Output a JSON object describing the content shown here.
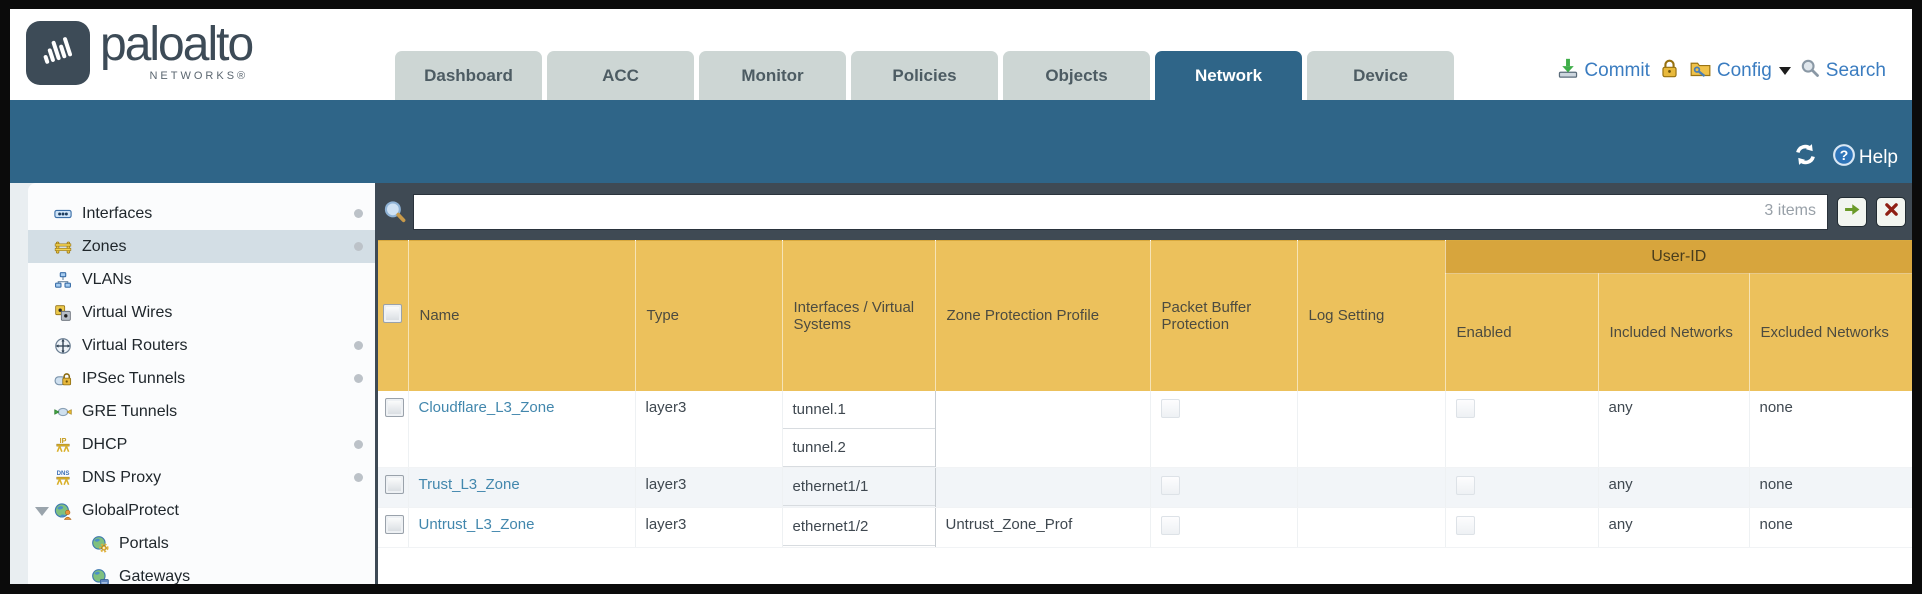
{
  "brand": {
    "name": "paloalto",
    "sub": "NETWORKS®"
  },
  "nav": {
    "tabs": [
      {
        "label": "Dashboard",
        "active": false
      },
      {
        "label": "ACC",
        "active": false
      },
      {
        "label": "Monitor",
        "active": false
      },
      {
        "label": "Policies",
        "active": false
      },
      {
        "label": "Objects",
        "active": false
      },
      {
        "label": "Network",
        "active": true
      },
      {
        "label": "Device",
        "active": false
      }
    ],
    "actions": {
      "commit": "Commit",
      "config": "Config",
      "search": "Search"
    }
  },
  "toolbar": {
    "help": "Help"
  },
  "sidebar": {
    "items": [
      {
        "label": "Interfaces",
        "icon": "interfaces-icon",
        "dot": true
      },
      {
        "label": "Zones",
        "icon": "zones-icon",
        "dot": true,
        "selected": true
      },
      {
        "label": "VLANs",
        "icon": "vlans-icon"
      },
      {
        "label": "Virtual Wires",
        "icon": "virtual-wires-icon"
      },
      {
        "label": "Virtual Routers",
        "icon": "virtual-routers-icon",
        "dot": true
      },
      {
        "label": "IPSec Tunnels",
        "icon": "ipsec-tunnels-icon",
        "dot": true
      },
      {
        "label": "GRE Tunnels",
        "icon": "gre-tunnels-icon"
      },
      {
        "label": "DHCP",
        "icon": "dhcp-icon",
        "dot": true
      },
      {
        "label": "DNS Proxy",
        "icon": "dns-proxy-icon",
        "dot": true
      },
      {
        "label": "GlobalProtect",
        "icon": "globalprotect-icon",
        "expanded": true
      },
      {
        "label": "Portals",
        "icon": "portals-icon",
        "indent": 1
      },
      {
        "label": "Gateways",
        "icon": "gateways-icon",
        "indent": 1
      }
    ]
  },
  "filter": {
    "value": "",
    "items_count": "3 items"
  },
  "table": {
    "columns": {
      "name": "Name",
      "type": "Type",
      "interfaces": "Interfaces / Virtual Systems",
      "zpp": "Zone Protection Profile",
      "pbp": "Packet Buffer Protection",
      "log": "Log Setting",
      "group_user_id": "User-ID",
      "enabled": "Enabled",
      "included": "Included Networks",
      "excluded": "Excluded Networks"
    },
    "rows": [
      {
        "name": "Cloudflare_L3_Zone",
        "type": "layer3",
        "interfaces": [
          "tunnel.1",
          "tunnel.2"
        ],
        "zone_protection_profile": "",
        "packet_buffer_protection": false,
        "log_setting": "",
        "user_id_enabled": false,
        "included_networks": "any",
        "excluded_networks": "none"
      },
      {
        "name": "Trust_L3_Zone",
        "type": "layer3",
        "interfaces": [
          "ethernet1/1"
        ],
        "zone_protection_profile": "",
        "packet_buffer_protection": false,
        "log_setting": "",
        "user_id_enabled": false,
        "included_networks": "any",
        "excluded_networks": "none"
      },
      {
        "name": "Untrust_L3_Zone",
        "type": "layer3",
        "interfaces": [
          "ethernet1/2"
        ],
        "zone_protection_profile": "Untrust_Zone_Prof",
        "packet_buffer_protection": false,
        "log_setting": "",
        "user_id_enabled": false,
        "included_networks": "any",
        "excluded_networks": "none"
      }
    ]
  },
  "colors": {
    "teal_band": "#2f6588",
    "header_orange": "#ecc15c",
    "user_id_band_orange": "#d7a53d",
    "row_link_blue": "#4287ad",
    "action_link_blue": "#3a7cc0",
    "filter_bar_gray": "#3f4a54"
  }
}
